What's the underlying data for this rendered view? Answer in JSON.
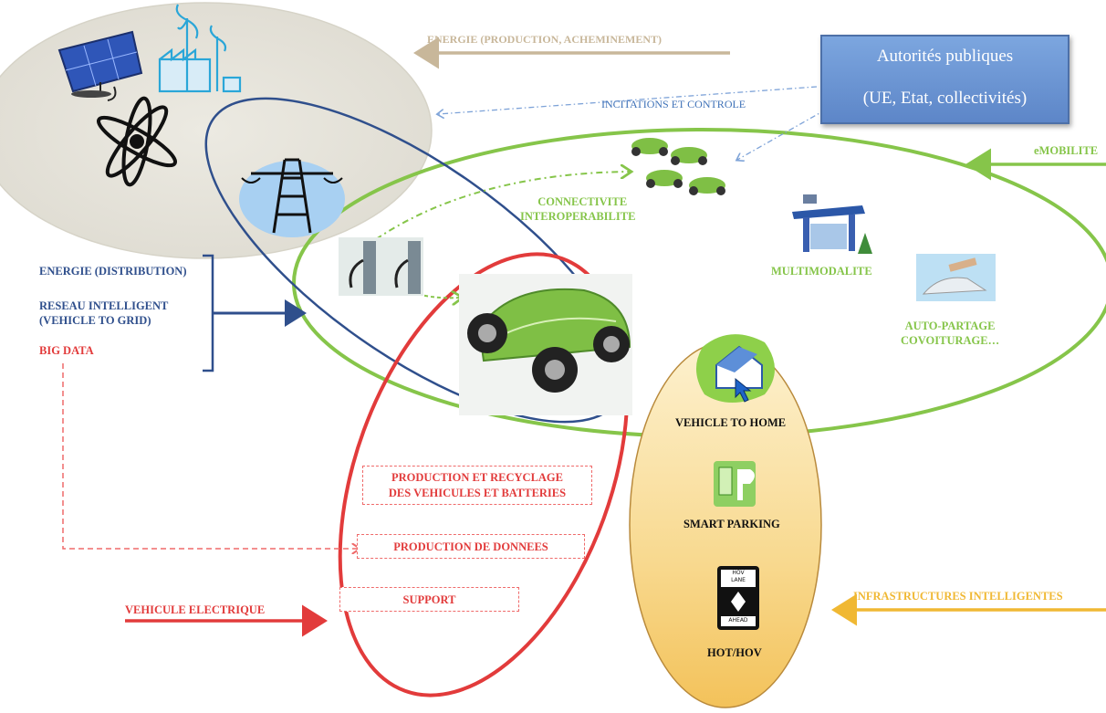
{
  "labels": {
    "energie_production": "ENERGIE (PRODUCTION, ACHEMINEMENT)",
    "incitations": "INCITATIONS ET CONTROLE",
    "emobilite": "eMOBILITE",
    "connectivite_1": "CONNECTIVITE",
    "connectivite_2": "INTEROPERABILITE",
    "multimodalite": "MULTIMODALITE",
    "autopartage_1": "AUTO-PARTAGE",
    "autopartage_2": "COVOITURAGE…",
    "energie_distribution": "ENERGIE (DISTRIBUTION)",
    "reseau_1": "RESEAU INTELLIGENT",
    "reseau_2": "(VEHICLE TO GRID)",
    "big_data": "BIG DATA",
    "production_recyclage_1": "PRODUCTION ET RECYCLAGE",
    "production_recyclage_2": "DES VEHICULES ET BATTERIES",
    "production_donnees": "PRODUCTION DE DONNEES",
    "support": "SUPPORT",
    "vehicule_electrique": "VEHICULE ELECTRIQUE",
    "vehicle_to_home": "VEHICLE TO HOME",
    "smart_parking": "SMART PARKING",
    "hot_hov": "HOT/HOV",
    "infrastructures": "INFRASTRUCTURES INTELLIGENTES",
    "hov_sign_1": "HOV",
    "hov_sign_2": "LANE",
    "hov_sign_3": "AHEAD"
  },
  "authority": {
    "line1": "Autorités publiques",
    "line2": "(UE, Etat, collectivités)"
  },
  "colors": {
    "green": "#86c54a",
    "blue": "#2f4f8c",
    "red": "#e23b3b",
    "tan": "#c8b79a",
    "orange": "#f0b833",
    "authority_fill": "#6b93d1"
  }
}
